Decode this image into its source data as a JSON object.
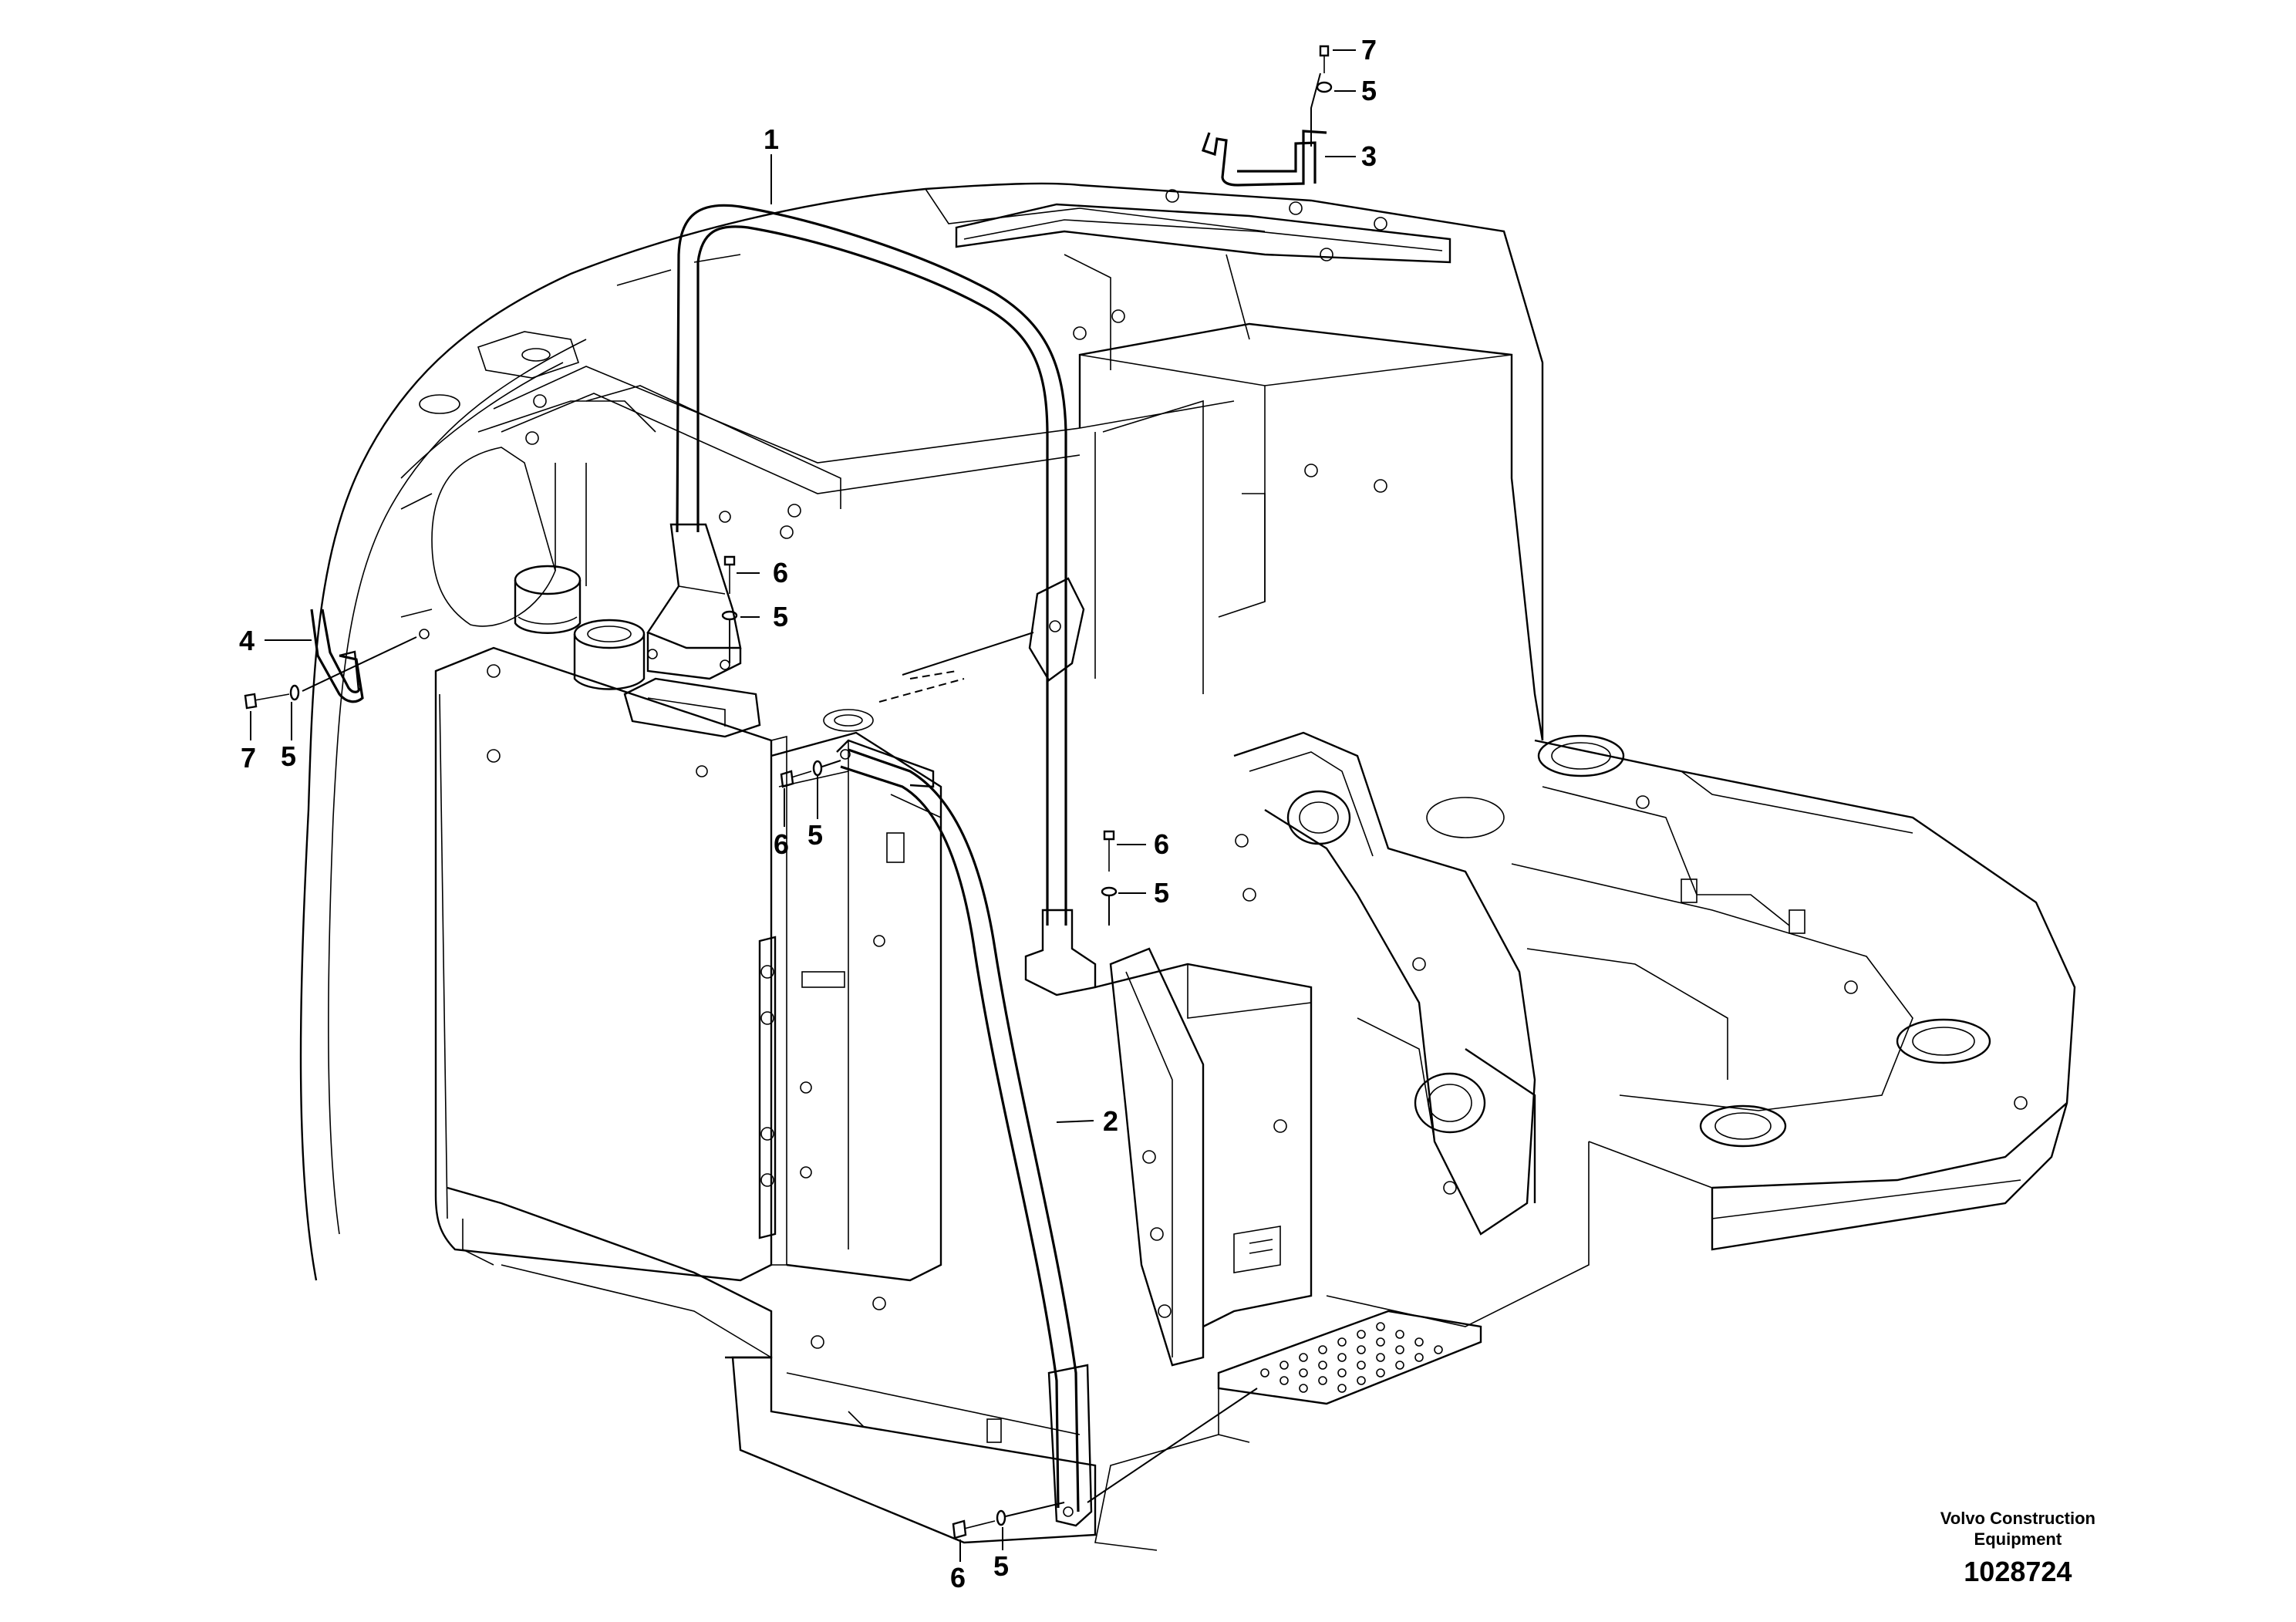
{
  "diagram": {
    "callouts": [
      {
        "id": "c1",
        "text": "1"
      },
      {
        "id": "c2",
        "text": "2"
      },
      {
        "id": "c3",
        "text": "3"
      },
      {
        "id": "c4",
        "text": "4"
      },
      {
        "id": "c5a",
        "text": "5"
      },
      {
        "id": "c5b",
        "text": "5"
      },
      {
        "id": "c5c",
        "text": "5"
      },
      {
        "id": "c5d",
        "text": "5"
      },
      {
        "id": "c5e",
        "text": "5"
      },
      {
        "id": "c5f",
        "text": "5"
      },
      {
        "id": "c6a",
        "text": "6"
      },
      {
        "id": "c6b",
        "text": "6"
      },
      {
        "id": "c6c",
        "text": "6"
      },
      {
        "id": "c6d",
        "text": "6"
      },
      {
        "id": "c7a",
        "text": "7"
      },
      {
        "id": "c7b",
        "text": "7"
      }
    ]
  },
  "caption": {
    "company_line1": "Volvo Construction",
    "company_line2": "Equipment",
    "drawing_number": "1028724"
  }
}
